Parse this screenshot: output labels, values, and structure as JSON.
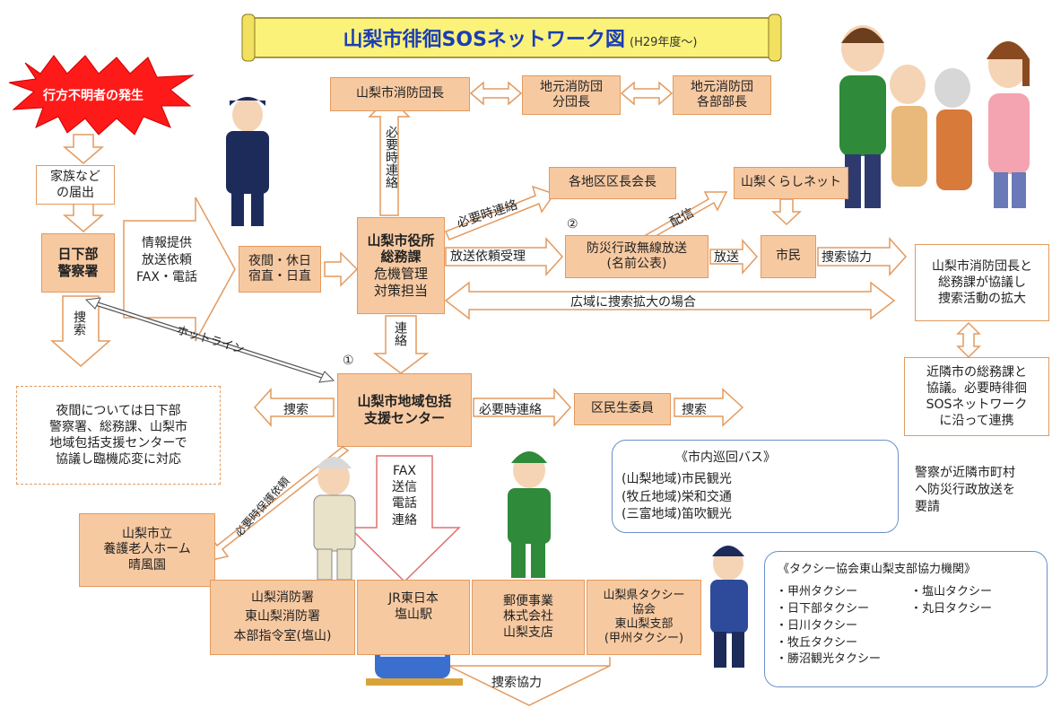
{
  "title": {
    "main": "山梨市徘徊SOSネットワーク図",
    "sub": "(H29年度〜)"
  },
  "burst": "行方不明者の発生",
  "family": [
    "家族など",
    "の届出"
  ],
  "police": [
    "日下部",
    "警察署"
  ],
  "info_arrow": [
    "情報提供",
    "放送依頼",
    "FAX・電話"
  ],
  "night": [
    "夜間・休日",
    "宿直・日直"
  ],
  "cityhall": [
    "山梨市役所",
    "総務課",
    "危機管理",
    "対策担当"
  ],
  "fire_chief": "山梨市消防団長",
  "bunda": [
    "地元消防団",
    "分団長"
  ],
  "kakubu": [
    "地元消防団",
    "各部部長"
  ],
  "need_contact_vert": "必要時連絡",
  "need_contact_diag": "必要時連絡",
  "area_heads": "各地区区長会長",
  "kurashi": "山梨くらしネット",
  "haishin": "配信",
  "num2": "②",
  "housou_label": "放送依頼受理",
  "bousai": [
    "防災行政無線放送",
    "(名前公表)"
  ],
  "housou": "放送",
  "shimin": "市民",
  "search_coop": "捜索協力",
  "expand_box": [
    "山梨市消防団長と",
    "総務課が協議し",
    "捜索活動の拡大"
  ],
  "wide_area": "広域に捜索拡大の場合",
  "neighbor_box": [
    "近隣市の総務課と",
    "協議。必要時徘徊",
    "SOSネットワーク",
    "に沿って連携"
  ],
  "police_req": [
    "警察が近隣市町村",
    "へ防災行政放送を",
    "要請"
  ],
  "sousaku_v": "捜索",
  "hotline": "ホットライン",
  "renraku": "連絡",
  "num1": "①",
  "center": [
    "山梨市地域包括",
    "支援センター"
  ],
  "sousaku_left": "捜索",
  "need_contact_right": "必要時連絡",
  "minsei": "区民生委員",
  "sousaku_right": "捜索",
  "night_box": [
    "夜間については日下部",
    "警察署、総務課、山梨市",
    "地域包括支援センターで",
    "協議し臨機応変に対応"
  ],
  "shisetsu_arrow": "必要時保護依頼",
  "nursing": [
    "山梨市立",
    "養護老人ホーム",
    "晴風園"
  ],
  "fax_arrow": [
    "FAX",
    "送信",
    "電話",
    "連絡"
  ],
  "bus": {
    "title": "《市内巡回バス》",
    "lines": [
      "(山梨地域)市民観光",
      "(牧丘地域)栄和交通",
      "(三富地域)笛吹観光"
    ]
  },
  "taxi": {
    "title": "《タクシー協会東山梨支部協力機関》",
    "left": [
      "・甲州タクシー",
      "・日下部タクシー",
      "・日川タクシー",
      "・牧丘タクシー",
      "・勝沼観光タクシー"
    ],
    "right": [
      "・塩山タクシー",
      "・丸日タクシー"
    ]
  },
  "bottom": {
    "fire": [
      "山梨消防署",
      "東山梨消防署",
      "本部指令室(塩山)"
    ],
    "jr": [
      "JR東日本",
      "塩山駅"
    ],
    "post": [
      "郵便事業",
      "株式会社",
      "山梨支店"
    ],
    "taxi": [
      "山梨県タクシー",
      "協会",
      "東山梨支部",
      "(甲州タクシー)"
    ]
  },
  "bottom_coop": "捜索協力",
  "colors": {
    "box_fill": "#f7c9a1",
    "box_border": "#e39a5f",
    "title_fill": "#fbf27a",
    "title_text": "#1a3db5",
    "burst": "#ff1a1a"
  }
}
